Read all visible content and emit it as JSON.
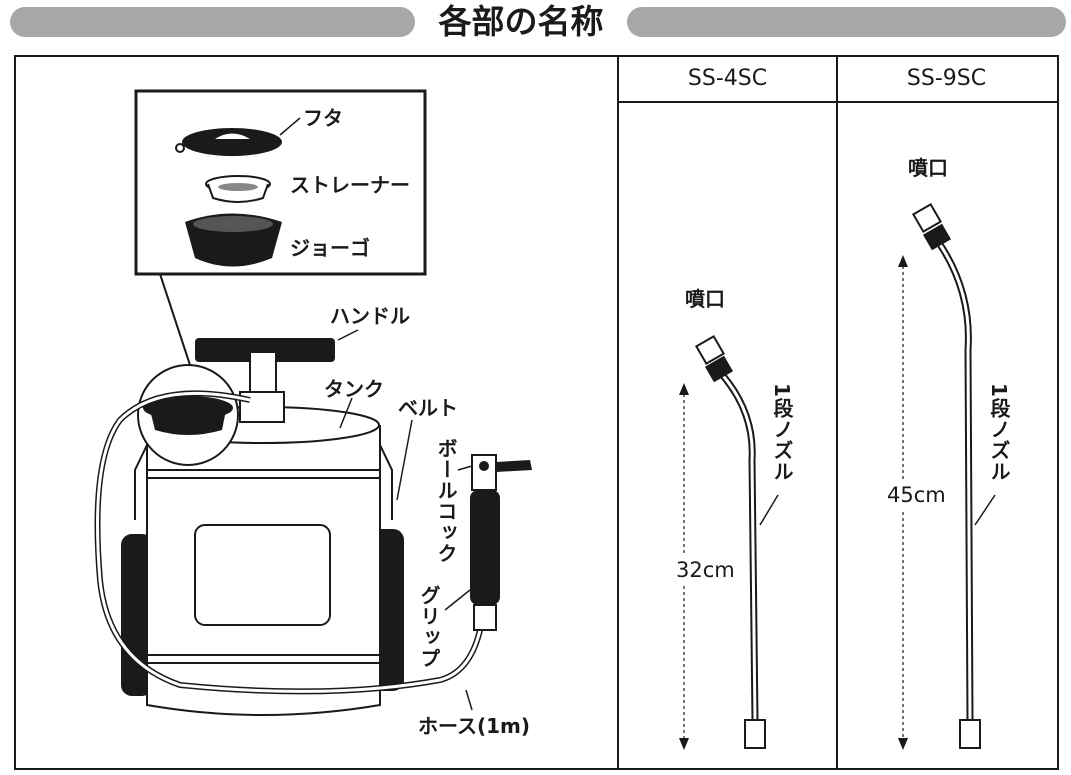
{
  "title": "各部の名称",
  "models": [
    "SS-4SC",
    "SS-9SC"
  ],
  "parts": {
    "lid": "フタ",
    "strainer": "ストレーナー",
    "funnel": "ジョーゴ",
    "handle": "ハンドル",
    "tank": "タンク",
    "belt": "ベルト",
    "ball_cock": "ボールコック",
    "grip": "グリップ",
    "hose": "ホース(1m)"
  },
  "nozzle_4sc": {
    "tip": "噴口",
    "nozzle": "1段ノズル",
    "length": "32cm"
  },
  "nozzle_9sc": {
    "tip": "噴口",
    "nozzle": "1段ノズル",
    "length": "45cm"
  }
}
